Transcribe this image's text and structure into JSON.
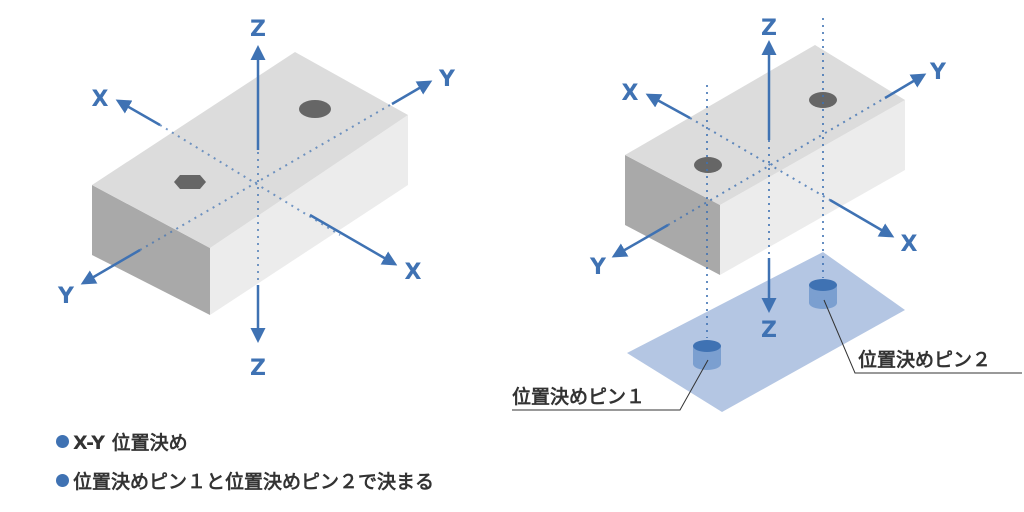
{
  "left_diagram": {
    "axis_labels": {
      "z_top": "Z",
      "z_bottom": "Z",
      "x_upper": "X",
      "x_lower": "X",
      "y_upper": "Y",
      "y_lower": "Y"
    }
  },
  "right_diagram": {
    "axis_labels": {
      "z_top": "Z",
      "z_bottom": "Z",
      "x_upper": "X",
      "x_lower": "X",
      "y_upper": "Y",
      "y_lower": "Y"
    },
    "pin1_label": "位置決めピン１",
    "pin2_label": "位置決めピン２"
  },
  "notes": [
    "X-Y 位置決め",
    "位置決めピン１と位置決めピン２で決まる"
  ],
  "colors": {
    "accent": "#3f72b3",
    "plate": "#b4c6e3",
    "block_top": "#dcdcdc",
    "block_left": "#a9a9a9",
    "block_front": "#ececec"
  }
}
